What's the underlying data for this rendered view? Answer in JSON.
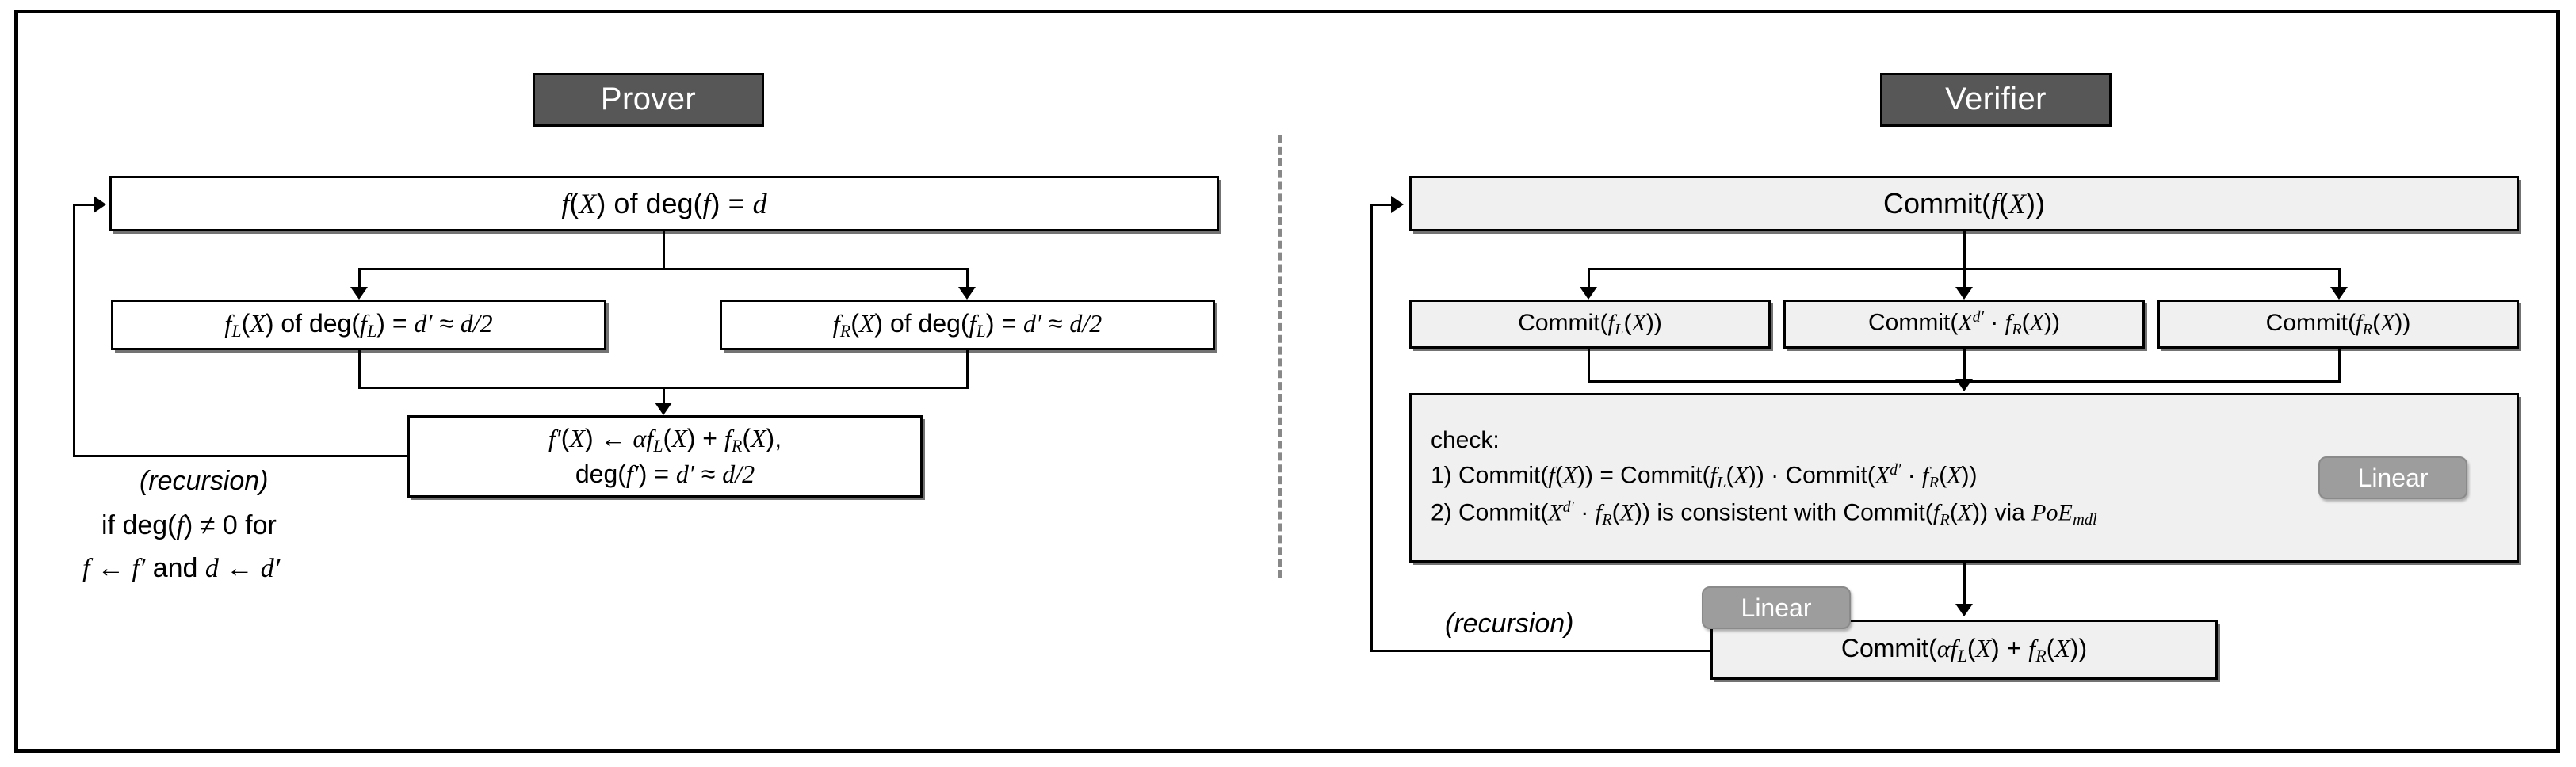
{
  "diagram": {
    "title": "Prover / Verifier polynomial commitment recursion",
    "colors": {
      "header_fill": "#575757",
      "header_text": "#ffffff",
      "node_gray_fill": "#f0f0f0",
      "node_white_fill": "#ffffff",
      "badge_fill": "#9d9d9d",
      "stroke": "#000000",
      "divider": "#888888"
    }
  },
  "prover": {
    "header_label": "Prover",
    "root_box": "f(X) of deg(f) = d",
    "left_box": "f_L(X) of deg(f_L) = d' ≈ d/2",
    "right_box": "f_R(X) of deg(f_L) = d' ≈ d/2",
    "combine_box_line1": "f'(X) ← αf_L(X) + f_R(X),",
    "combine_box_line2": "deg(f') = d' ≈ d/2",
    "recursion_label": "(recursion)",
    "recursion_line1": "if deg(f) ≠ 0 for",
    "recursion_line2": "f ← f' and  d ← d'"
  },
  "verifier": {
    "header_label": "Verifier",
    "root_box": "Commit(f(X))",
    "commit_left": "Commit(f_L(X))",
    "commit_middle": "Commit(X^{d'} · f_R(X))",
    "commit_right": "Commit(f_R(X))",
    "check_title": "check:",
    "check_item_1": "1) Commit(f(X)) = Commit(f_L(X)) · Commit(X^{d'} · f_R(X))",
    "check_item_2": "2) Commit(X^{d'} · f_R(X)) is consistent with Commit(f_R(X)) via PoE_mdl",
    "badge_check_label": "Linear",
    "badge_result_label": "Linear",
    "recursion_label": "(recursion)",
    "result_box": "Commit(αf_L(X) + f_R(X))"
  }
}
